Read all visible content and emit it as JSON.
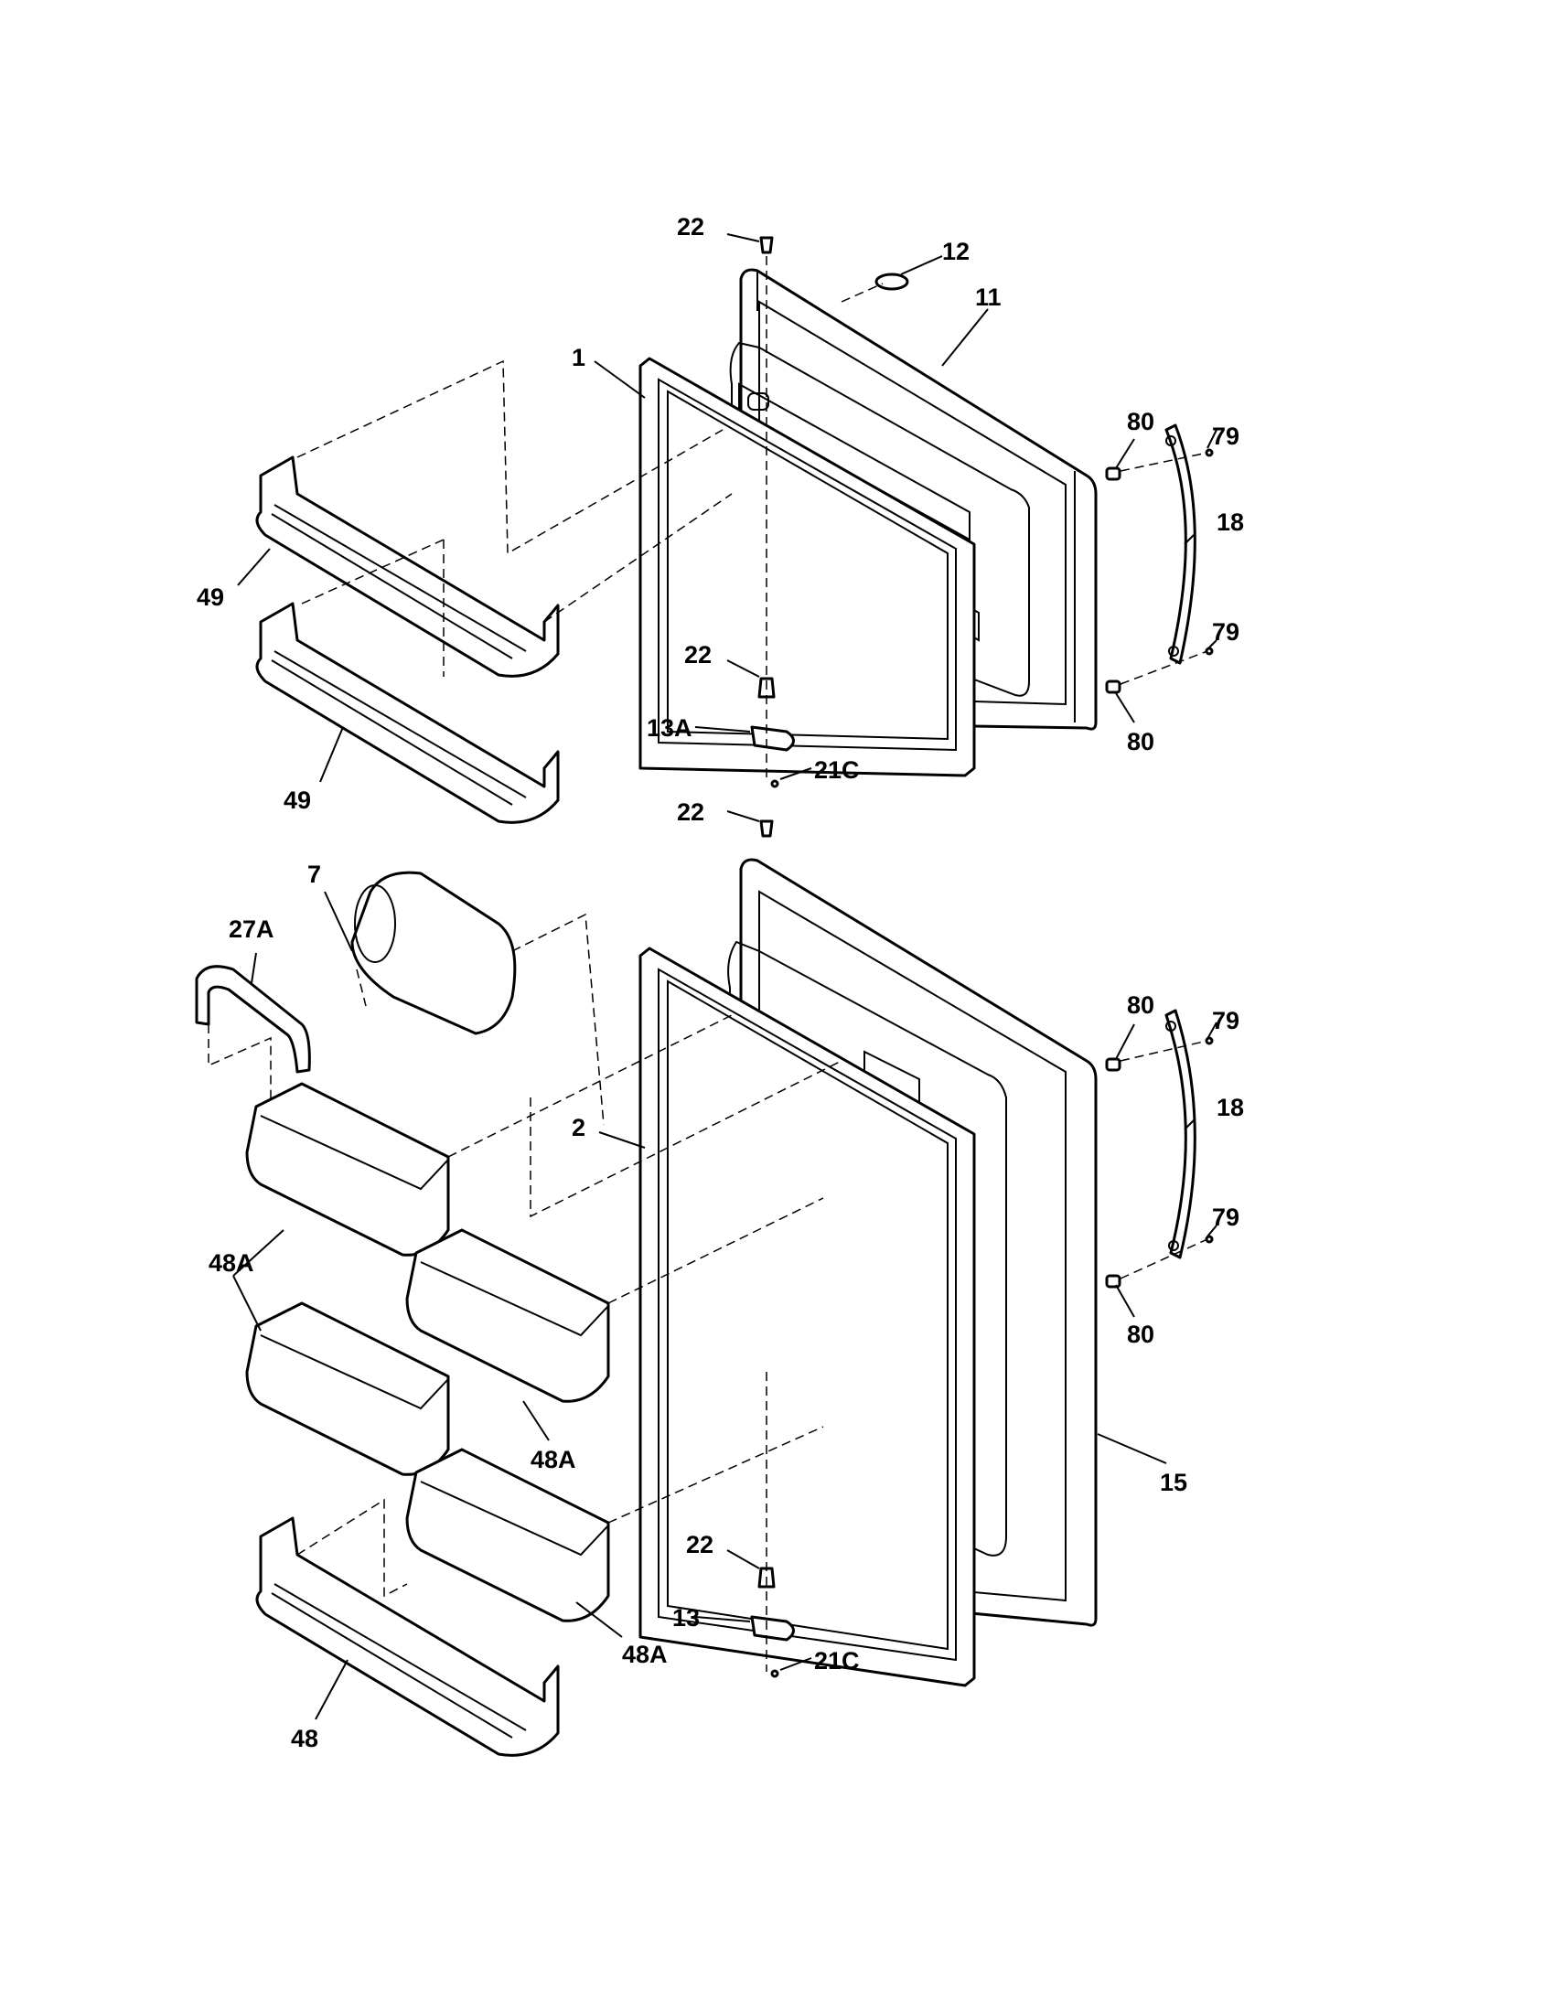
{
  "diagram": {
    "callouts": [
      {
        "id": "c-22-top",
        "text": "22"
      },
      {
        "id": "c-12",
        "text": "12"
      },
      {
        "id": "c-11",
        "text": "11"
      },
      {
        "id": "c-1",
        "text": "1"
      },
      {
        "id": "c-80-a",
        "text": "80"
      },
      {
        "id": "c-79-a",
        "text": "79"
      },
      {
        "id": "c-18-a",
        "text": "18"
      },
      {
        "id": "c-79-b",
        "text": "79"
      },
      {
        "id": "c-80-b",
        "text": "80"
      },
      {
        "id": "c-49-a",
        "text": "49"
      },
      {
        "id": "c-22-mid",
        "text": "22"
      },
      {
        "id": "c-13A",
        "text": "13A"
      },
      {
        "id": "c-21C-a",
        "text": "21C"
      },
      {
        "id": "c-49-b",
        "text": "49"
      },
      {
        "id": "c-22-lower",
        "text": "22"
      },
      {
        "id": "c-7",
        "text": "7"
      },
      {
        "id": "c-27A",
        "text": "27A"
      },
      {
        "id": "c-80-c",
        "text": "80"
      },
      {
        "id": "c-79-c",
        "text": "79"
      },
      {
        "id": "c-18-b",
        "text": "18"
      },
      {
        "id": "c-2",
        "text": "2"
      },
      {
        "id": "c-79-d",
        "text": "79"
      },
      {
        "id": "c-80-d",
        "text": "80"
      },
      {
        "id": "c-48A-a",
        "text": "48A"
      },
      {
        "id": "c-48A-b",
        "text": "48A"
      },
      {
        "id": "c-15",
        "text": "15"
      },
      {
        "id": "c-22-bottom",
        "text": "22"
      },
      {
        "id": "c-13",
        "text": "13"
      },
      {
        "id": "c-48A-c",
        "text": "48A"
      },
      {
        "id": "c-21C-b",
        "text": "21C"
      },
      {
        "id": "c-48",
        "text": "48"
      }
    ]
  }
}
